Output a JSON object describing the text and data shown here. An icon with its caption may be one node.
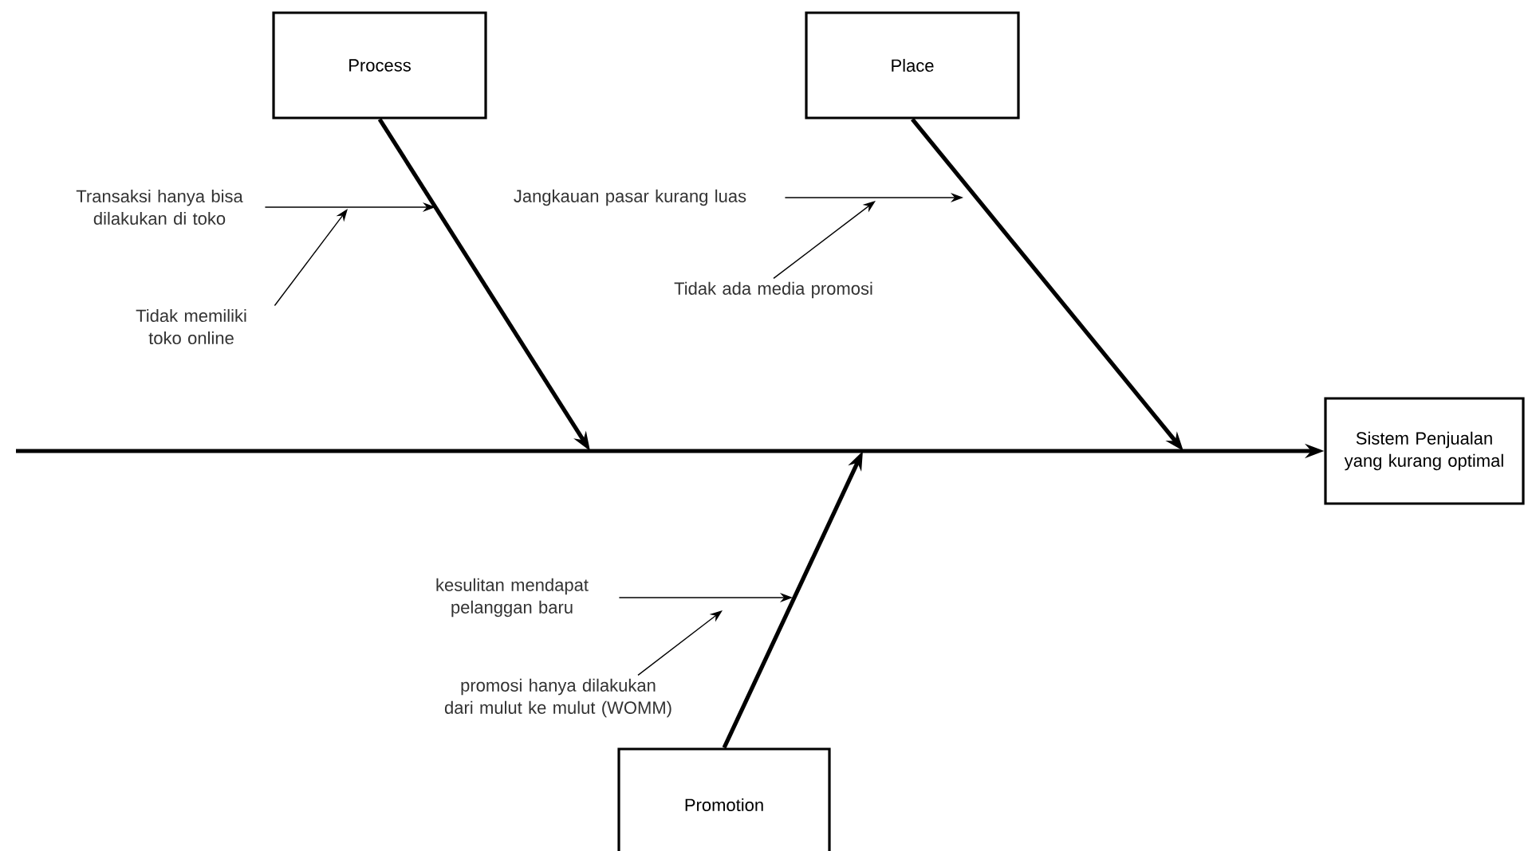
{
  "diagram": {
    "nodes": [
      {
        "text": [
          "Process"
        ]
      },
      {
        "text": [
          "Place"
        ]
      },
      {
        "text": [
          "Sistem Penjualan yang kurang optimal"
        ]
      },
      {
        "text": [
          "Promotion"
        ]
      },
      {
        "text": [
          "Transaksi hanya bisa dilakukan di toko"
        ]
      },
      {
        "text": [
          "Tidak memiliki toko online"
        ]
      },
      {
        "text": [
          "Jangkauan pasar kurang luas"
        ]
      },
      {
        "text": [
          "Tidak ada media promosi"
        ]
      },
      {
        "text": [
          "kesulitan mendapat pelanggan baru"
        ]
      },
      {
        "text": [
          "promosi hanya dilakukan dari mulut ke mulut (WOMM)"
        ]
      }
    ],
    "edges": [
      {
        "from": null,
        "to": 2,
        "arrow": "to",
        "style": "thick"
      },
      {
        "from": 0,
        "to": null,
        "arrow": "to",
        "style": "thick"
      },
      {
        "from": 1,
        "to": null,
        "arrow": "to",
        "style": "thick"
      },
      {
        "from": 3,
        "to": null,
        "arrow": "to",
        "style": "thick"
      },
      {
        "from": 4,
        "to": null,
        "arrow": "to"
      },
      {
        "from": 5,
        "to": null,
        "arrow": "to"
      },
      {
        "from": 6,
        "to": null,
        "arrow": "to"
      },
      {
        "from": 7,
        "to": null,
        "arrow": "to"
      },
      {
        "from": 8,
        "to": null,
        "arrow": "to"
      },
      {
        "from": 9,
        "to": null,
        "arrow": "to"
      }
    ]
  }
}
